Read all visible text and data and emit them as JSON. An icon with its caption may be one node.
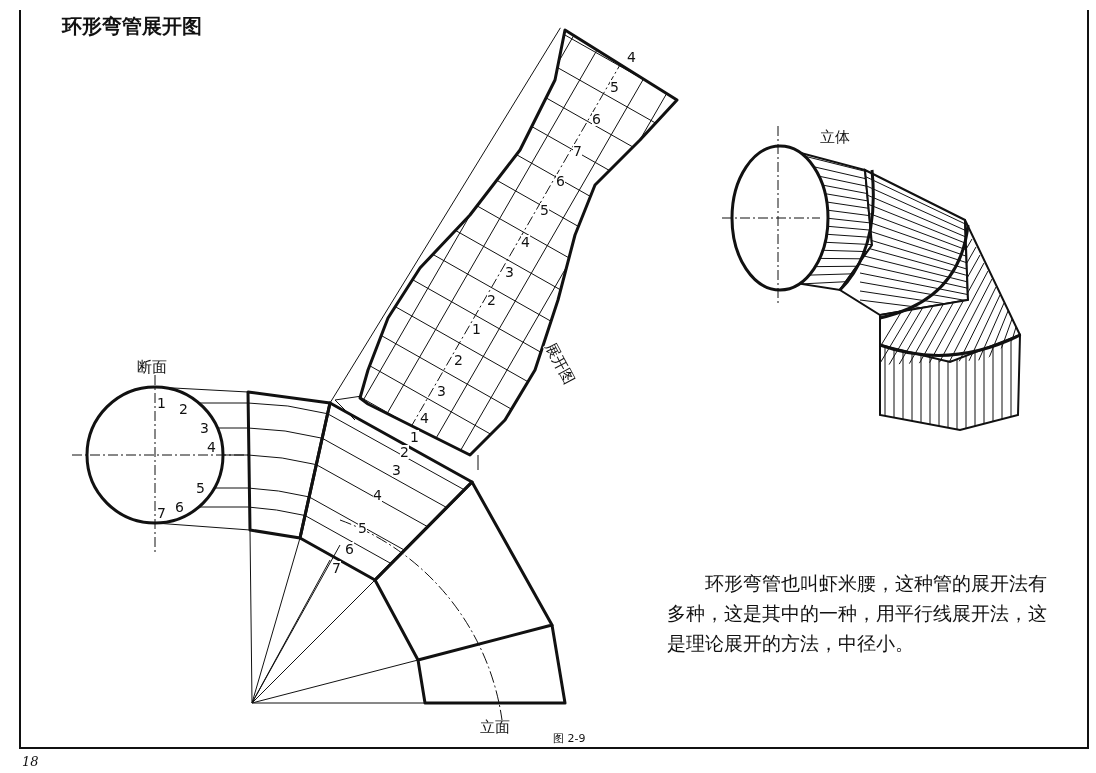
{
  "diagram": {
    "title": "环形弯管展开图",
    "caption": "图 2-9",
    "labels": [
      "4",
      "5",
      "6",
      "7",
      "6",
      "5",
      "4",
      "3",
      "2",
      "1",
      "2",
      "3",
      "4",
      "立体",
      "展开图",
      "断面",
      "1",
      "2",
      "3",
      "4",
      "5",
      "6",
      "7",
      "1",
      "2",
      "3",
      "4",
      "5",
      "6",
      "7",
      "环形弯管也叫虾米腰，这种管的展开法有多种，这是其中的一种，用平行线展开法，这是理论展开的方法，中径小。",
      "立面",
      "18"
    ]
  }
}
